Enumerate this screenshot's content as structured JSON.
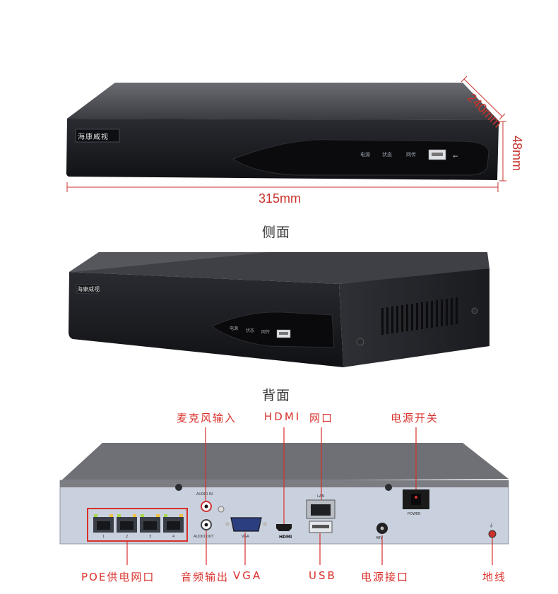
{
  "front_view": {
    "brand_logo": "海康威视",
    "panel_labels": [
      "电源",
      "状态",
      "网传"
    ],
    "dimensions": {
      "depth": "240mm",
      "height": "48mm",
      "width": "315mm"
    }
  },
  "side_view": {
    "title": "侧面",
    "brand_logo": "海康威视",
    "panel_labels": [
      "电源",
      "状态",
      "网传"
    ]
  },
  "back_view": {
    "title": "背面",
    "callouts_top": {
      "mic_in": "麦克风输入",
      "hdmi": "HDMI",
      "lan": "网口",
      "power_switch": "电源开关"
    },
    "callouts_bottom": {
      "poe": "POE供电网口",
      "audio_out": "音频输出",
      "vga": "VGA",
      "usb": "USB",
      "power_port": "电源接口",
      "ground": "地线"
    },
    "port_labels": {
      "audio_in": "AUDIO IN",
      "audio_out": "AUDIO OUT",
      "vga": "VGA",
      "hdmi": "HDMI",
      "lan": "LAN",
      "power": "POWER",
      "voltage": "48V"
    },
    "poe_port_numbers": [
      "1",
      "2",
      "3",
      "4"
    ]
  },
  "colors": {
    "accent_red": "#d9302b",
    "chassis_dark": "#1c1d22",
    "rear_panel": "#c9d1de"
  }
}
